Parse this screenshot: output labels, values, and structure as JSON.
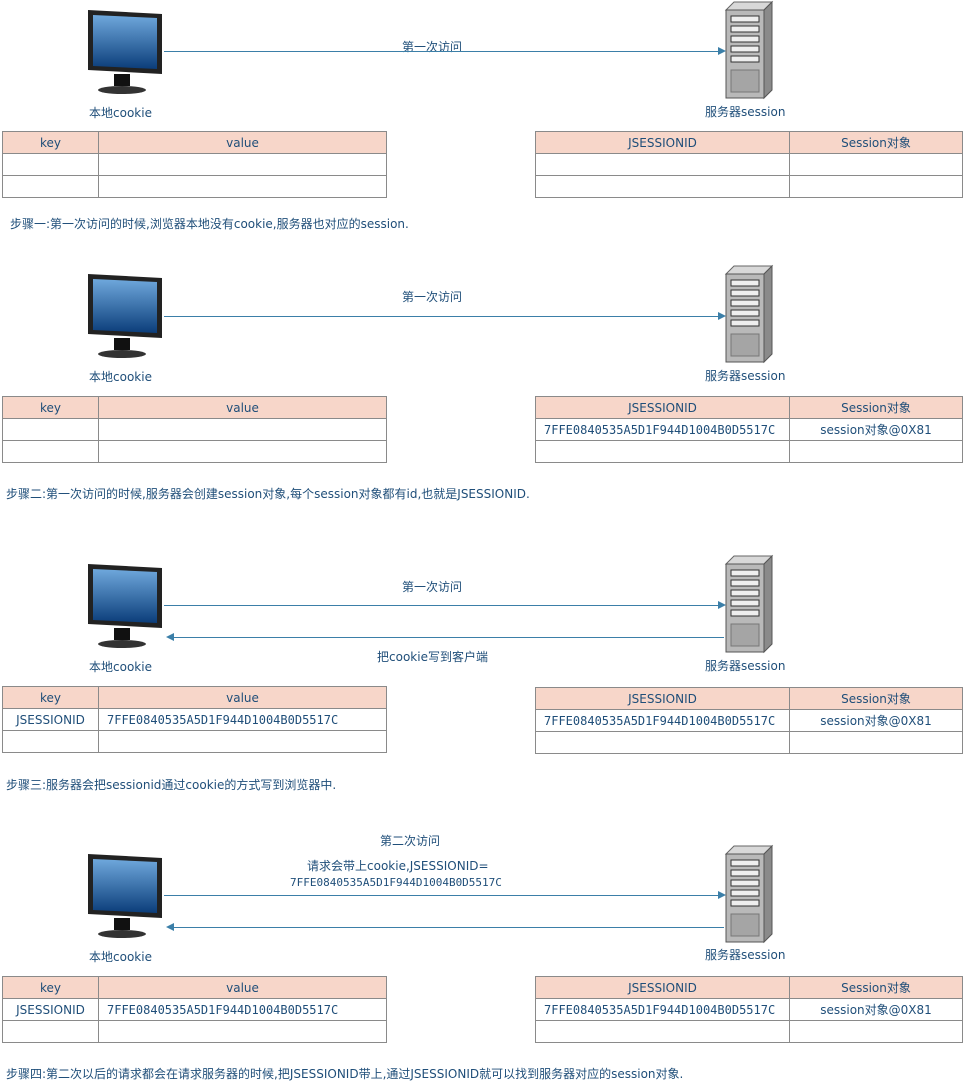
{
  "colors": {
    "line": "#3b7fa8",
    "header_fill": "#f7d6c9",
    "text": "#1f4e79",
    "border": "#8a8a8a"
  },
  "icons": {
    "client": "monitor-icon",
    "server": "server-tower-icon"
  },
  "steps": [
    {
      "client_label": "本地cookie",
      "server_label": "服务器session",
      "request_label": "第一次访问",
      "request_extra": [],
      "response_label": "",
      "cookie_table": {
        "headers": [
          "key",
          "value"
        ],
        "rows": [
          [
            "",
            ""
          ],
          [
            "",
            ""
          ]
        ]
      },
      "session_table": {
        "headers": [
          "JSESSIONID",
          "Session对象"
        ],
        "rows": [
          [
            "",
            ""
          ],
          [
            "",
            ""
          ]
        ]
      },
      "caption": "步骤一:第一次访问的时候,浏览器本地没有cookie,服务器也对应的session."
    },
    {
      "client_label": "本地cookie",
      "server_label": "服务器session",
      "request_label": "第一次访问",
      "request_extra": [],
      "response_label": "",
      "cookie_table": {
        "headers": [
          "key",
          "value"
        ],
        "rows": [
          [
            "",
            ""
          ],
          [
            "",
            ""
          ]
        ]
      },
      "session_table": {
        "headers": [
          "JSESSIONID",
          "Session对象"
        ],
        "rows": [
          [
            "7FFE0840535A5D1F944D1004B0D5517C",
            "session对象@0X81"
          ],
          [
            "",
            ""
          ]
        ]
      },
      "caption": "步骤二:第一次访问的时候,服务器会创建session对象,每个session对象都有id,也就是JSESSIONID."
    },
    {
      "client_label": "本地cookie",
      "server_label": "服务器session",
      "request_label": "第一次访问",
      "request_extra": [],
      "response_label": "把cookie写到客户端",
      "cookie_table": {
        "headers": [
          "key",
          "value"
        ],
        "rows": [
          [
            "JSESSIONID",
            "7FFE0840535A5D1F944D1004B0D5517C"
          ],
          [
            "",
            ""
          ]
        ]
      },
      "session_table": {
        "headers": [
          "JSESSIONID",
          "Session对象"
        ],
        "rows": [
          [
            "7FFE0840535A5D1F944D1004B0D5517C",
            "session对象@0X81"
          ],
          [
            "",
            ""
          ]
        ]
      },
      "caption": "步骤三:服务器会把sessionid通过cookie的方式写到浏览器中."
    },
    {
      "client_label": "本地cookie",
      "server_label": "服务器session",
      "request_label": "第二次访问",
      "request_extra": [
        "请求会带上cookie,JSESSIONID=",
        "7FFE0840535A5D1F944D1004B0D5517C"
      ],
      "response_label": "",
      "cookie_table": {
        "headers": [
          "key",
          "value"
        ],
        "rows": [
          [
            "JSESSIONID",
            "7FFE0840535A5D1F944D1004B0D5517C"
          ],
          [
            "",
            ""
          ]
        ]
      },
      "session_table": {
        "headers": [
          "JSESSIONID",
          "Session对象"
        ],
        "rows": [
          [
            "7FFE0840535A5D1F944D1004B0D5517C",
            "session对象@0X81"
          ],
          [
            "",
            ""
          ]
        ]
      },
      "caption": "步骤四:第二次以后的请求都会在请求服务器的时候,把JSESSIONID带上,通过JSESSIONID就可以找到服务器对应的session对象."
    }
  ]
}
